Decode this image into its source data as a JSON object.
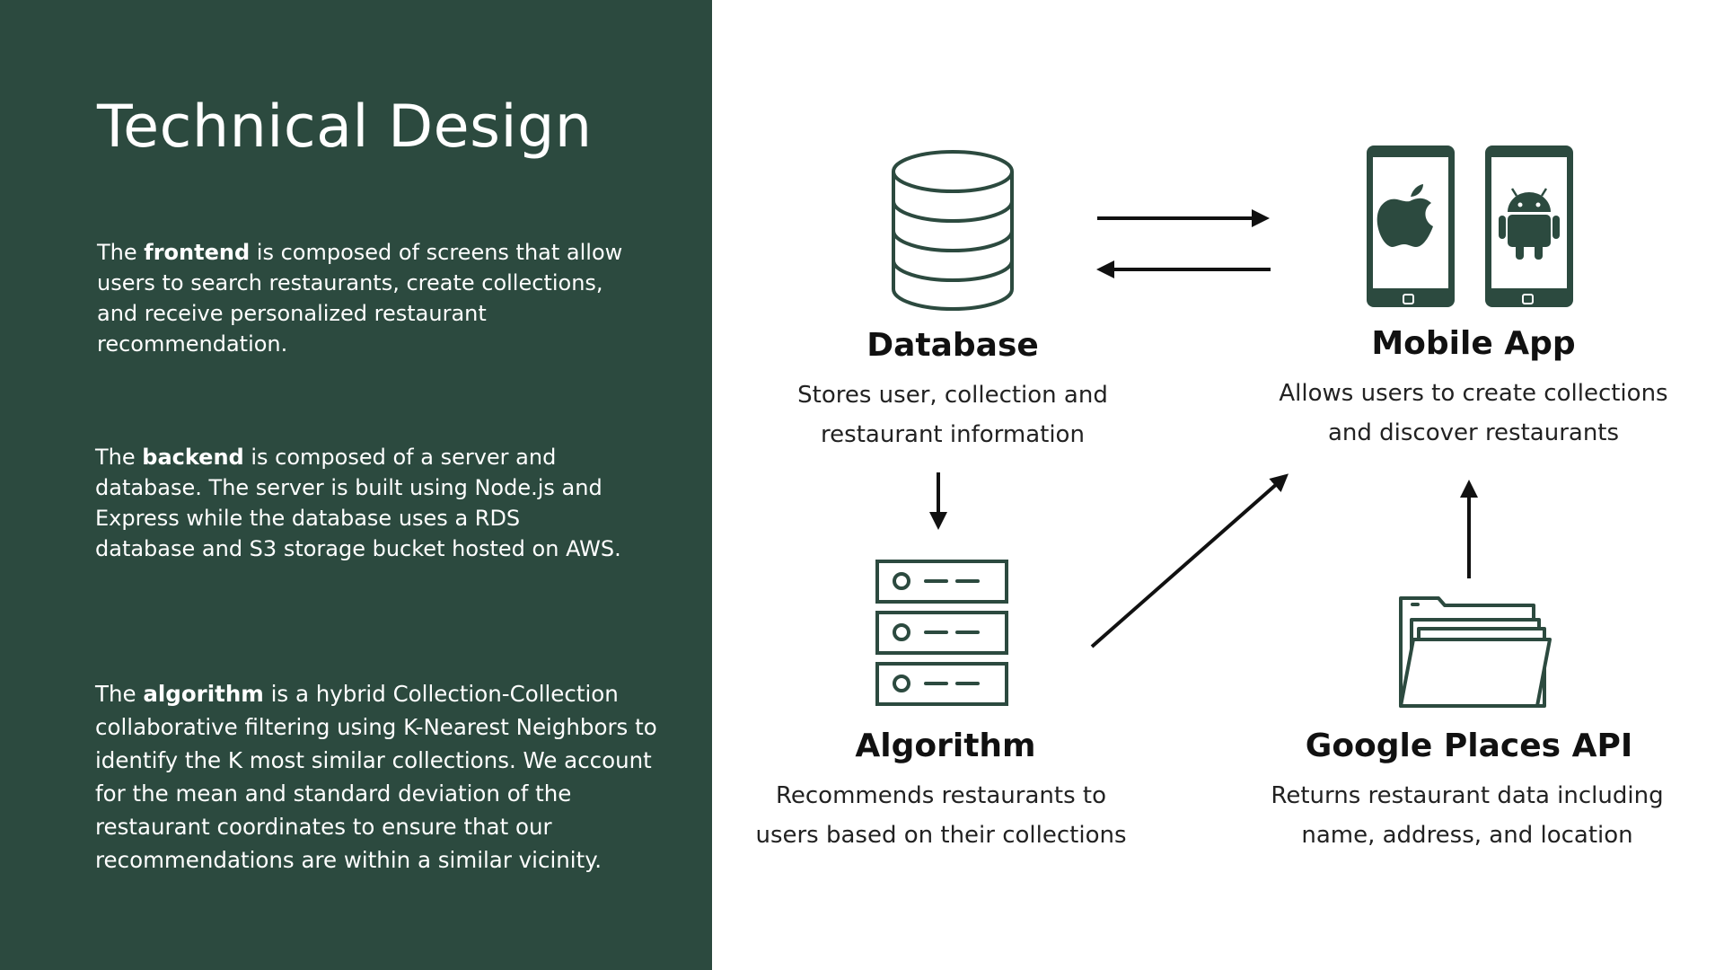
{
  "slide": {
    "title": "Technical Design",
    "paragraphs": {
      "frontend": {
        "prefix": "The ",
        "keyword": "frontend",
        "rest": " is composed of screens that allow users to search restaurants, create collections, and receive personalized restaurant recommendation."
      },
      "backend": {
        "prefix": "The ",
        "keyword": "backend",
        "rest": " is composed of a server and database. The server is built using Node.js and Express while the database uses a RDS database and S3 storage bucket hosted on AWS."
      },
      "algorithm": {
        "prefix": "The ",
        "keyword": "algorithm",
        "rest": " is a hybrid Collection-Collection collaborative filtering using K-Nearest Neighbors to identify the K most similar collections. We account for the mean and standard deviation of the restaurant coordinates to ensure that our recommendations are within a similar vicinity."
      }
    }
  },
  "diagram": {
    "database": {
      "title": "Database",
      "desc_line1": "Stores user, collection and",
      "desc_line2": "restaurant information",
      "icon": "database-icon"
    },
    "mobile_app": {
      "title": "Mobile App",
      "desc_line1": "Allows users to create collections",
      "desc_line2": "and discover restaurants",
      "icons": [
        "apple-phone-icon",
        "android-phone-icon"
      ]
    },
    "algorithm": {
      "title": "Algorithm",
      "desc_line1": "Recommends restaurants to",
      "desc_line2": "users based on their collections",
      "icon": "server-icon"
    },
    "google_places": {
      "title": "Google Places API",
      "desc_line1": "Returns restaurant data including",
      "desc_line2": "name, address, and location",
      "icon": "folder-icon"
    }
  },
  "colors": {
    "panel": "#2c4a3f",
    "icon": "#2c4a3f",
    "arrow": "#111111",
    "text_dark": "#111111"
  }
}
